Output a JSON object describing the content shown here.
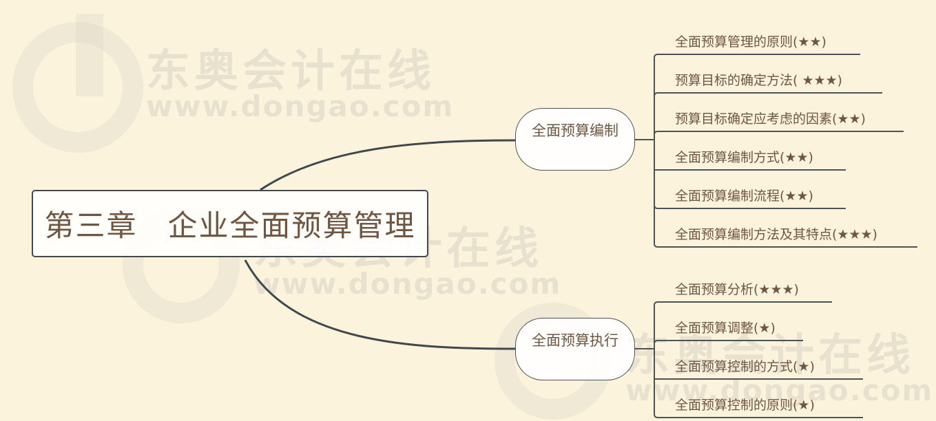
{
  "watermark": {
    "brand_cn": "东奥会计在线",
    "url": "www.dongao.com"
  },
  "colors": {
    "background": "#fbf3dc",
    "text": "#6e5642",
    "line": "#3f474f"
  },
  "root": {
    "chapter": "第三章",
    "title": "企业全面预算管理"
  },
  "branches": [
    {
      "label": "全面预算编制",
      "children": [
        {
          "label": "全面预算管理的原则(★★)"
        },
        {
          "label": "预算目标的确定方法(  ★★★)"
        },
        {
          "label": "预算目标确定应考虑的因素(★★)"
        },
        {
          "label": "全面预算编制方式(★★)"
        },
        {
          "label": "全面预算编制流程(★★)"
        },
        {
          "label": "全面预算编制方法及其特点(★★★)"
        }
      ]
    },
    {
      "label": "全面预算执行",
      "children": [
        {
          "label": "全面预算分析(★★★)"
        },
        {
          "label": "全面预算调整(★)"
        },
        {
          "label": "全面预算控制的方式(★)"
        },
        {
          "label": "全面预算控制的原则(★)"
        }
      ]
    }
  ]
}
